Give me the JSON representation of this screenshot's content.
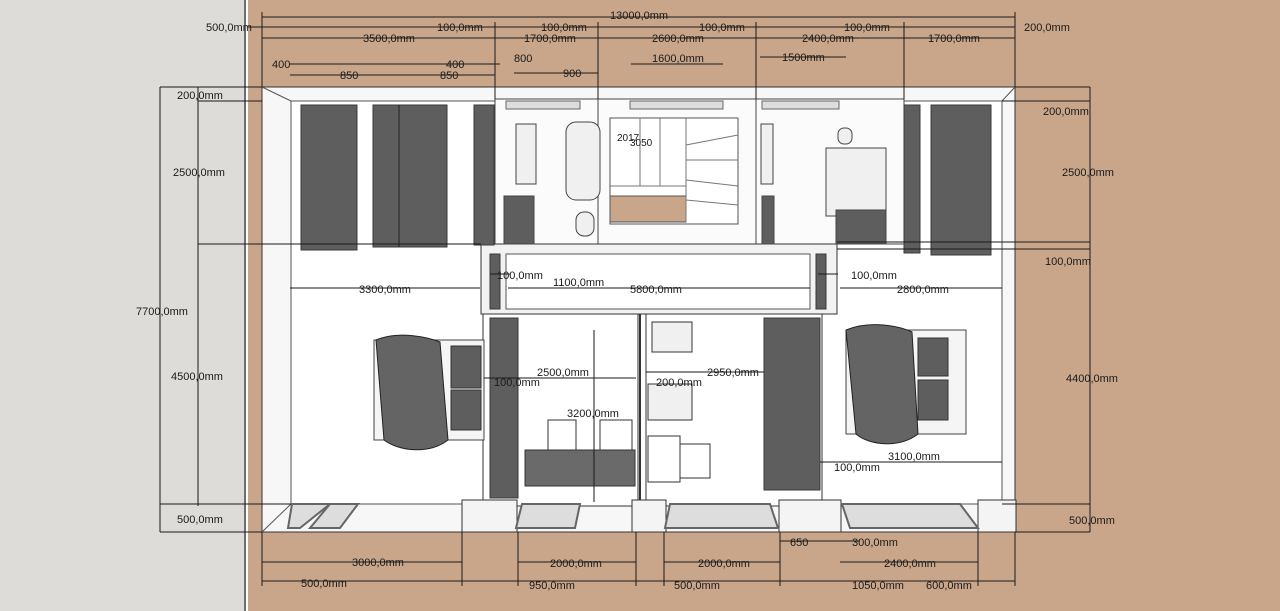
{
  "colors": {
    "ground": "#c9a68a",
    "side_panel": "#dedcd8",
    "wall": "#f7f7f7",
    "furniture": "#5e5e5e",
    "dim_line": "#1a1a1a"
  },
  "dims": {
    "top_total": "13000,0mm",
    "top_500": "500,0mm",
    "top_200": "200,0mm",
    "top_100a": "100,0mm",
    "top_100b": "100,0mm",
    "top_100c": "100,0mm",
    "top_100d": "100,0mm",
    "top_3500": "3500,0mm",
    "top_1700a": "1700,0mm",
    "top_2600": "2600,0mm",
    "top_2400": "2400,0mm",
    "top_1700b": "1700,0mm",
    "top_400a": "400",
    "top_850a": "850",
    "top_400b": "400",
    "top_850b": "850",
    "top_800": "800",
    "top_900": "900",
    "top_1600": "1600,0mm",
    "top_1500": "1500mm",
    "left_200": "200,0mm",
    "left_2500": "2500,0mm",
    "left_7700": "7700,0mm",
    "left_4500": "4500,0mm",
    "left_500": "500,0mm",
    "right_200": "200,0mm",
    "right_2500": "2500,0mm",
    "right_100": "100,0mm",
    "right_4400": "4400,0mm",
    "right_500": "500,0mm",
    "in_100a": "100,0mm",
    "in_1100": "1100,0mm",
    "in_5800": "5800,0mm",
    "in_100b": "100,0mm",
    "in_3300": "3300,0mm",
    "in_2800": "2800,0mm",
    "in_2500": "2500,0mm",
    "in_100c": "100,0mm",
    "in_200": "200,0mm",
    "in_2950": "2950,0mm",
    "in_3200": "3200,0mm",
    "in_100d": "100,0mm",
    "in_3100": "3100,0mm",
    "stair_2017": "2017",
    "stair_3050": "3050",
    "bot_3000": "3000,0mm",
    "bot_2000a": "2000,0mm",
    "bot_2000b": "2000,0mm",
    "bot_650": "650",
    "bot_300": "300,0mm",
    "bot_2400": "2400,0mm",
    "bot_500a": "500,0mm",
    "bot_950": "950,0mm",
    "bot_500b": "500,0mm",
    "bot_1050": "1050,0mm",
    "bot_600": "600,0mm"
  }
}
